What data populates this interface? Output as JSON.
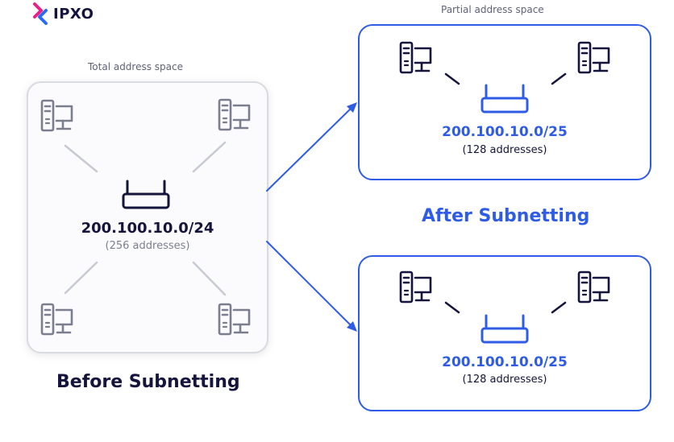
{
  "brand": {
    "name": "IPXO"
  },
  "before": {
    "caption": "Total address space",
    "network": "200.100.10.0/24",
    "addresses": "(256 addresses)",
    "heading": "Before Subnetting"
  },
  "after": {
    "caption": "Partial address space",
    "heading": "After Subnetting",
    "subnets": [
      {
        "network": "200.100.10.0/25",
        "addresses": "(128 addresses)"
      },
      {
        "network": "200.100.10.0/25",
        "addresses": "(128 addresses)"
      }
    ]
  },
  "colors": {
    "accent": "#2f5ce6",
    "dark": "#14143c",
    "gray_icon": "#7b7e8f",
    "line_gray": "#c8cad3",
    "caption_gray": "#5f6276",
    "logo_magenta": "#e8208a",
    "logo_blue": "#2a6cf0"
  },
  "icons": [
    "computer-icon",
    "router-icon",
    "arrow-icon",
    "logo-icon"
  ]
}
